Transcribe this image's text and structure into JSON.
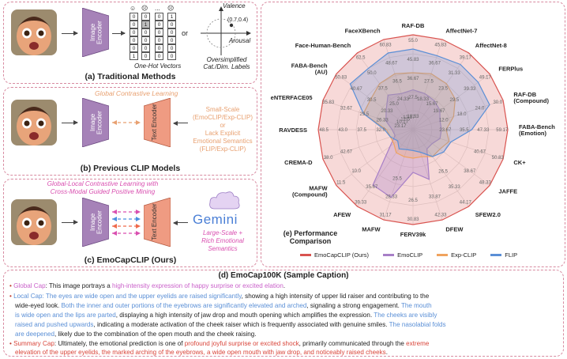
{
  "panel_a": {
    "caption": "(a) Traditional Methods",
    "encoder_label": "Image Encoder",
    "onehot_columns": [
      [
        "0",
        "0",
        "0",
        "0",
        "0",
        "1"
      ],
      [
        "0",
        "1",
        "0",
        "0",
        "0",
        "0"
      ],
      [
        "0",
        "0",
        "0",
        "0",
        "0",
        "0"
      ],
      [
        "1",
        "0",
        "0",
        "0",
        "0",
        "0"
      ]
    ],
    "onehot_label": "One-Hot Vectors",
    "or_text": "or",
    "valence_label": "Valence",
    "arousal_label": "Arousal",
    "point_label": "(0.7,0.4)",
    "oversimplified_label": "Oversimplified Cat./Dim. Labels",
    "ellipsis": "..."
  },
  "panel_b": {
    "caption": "(b) Previous CLIP Models",
    "heading": "Global Contrastive Learning",
    "image_encoder": "Image Encoder",
    "text_encoder": "Text Encoder",
    "right_text_1": "Small-Scale",
    "right_text_2": "(EmoCLIP/Exp-CLIP)",
    "right_text_3": "or",
    "right_text_4": "Lack Explicit",
    "right_text_5": "Emotional Semantics",
    "right_text_6": "(FLIP/Exp-CLIP)"
  },
  "panel_c": {
    "caption": "(c) EmoCapCLIP (Ours)",
    "heading_1": "Global-Local Contrastive Learning with",
    "heading_2": "Cross-Modal Guided Positive Mining",
    "image_encoder": "Image Encoder",
    "text_encoder": "Text Encoder",
    "gemini": "Gemini",
    "right_text_1": "Large-Scale +",
    "right_text_2": "Rich Emotional",
    "right_text_3": "Semantics"
  },
  "panel_e": {
    "caption_1": "(e) Performance",
    "caption_2": "Comparison"
  },
  "chart_data": {
    "type": "radar",
    "axes": [
      "RAF-DB",
      "AffectNet-7",
      "AffectNet-8",
      "FERPlus",
      "RAF-DB (Compound)",
      "FABA-Bench (Emotion)",
      "CK+",
      "JAFFE",
      "SFEW2.0",
      "DFEW",
      "FERV39k",
      "MAFW",
      "AFEW",
      "MAFW (Compound)",
      "CREMA-D",
      "RAVDESS",
      "eNTERFACE05",
      "FABA-Bench (AU)",
      "Face-Human-Bench",
      "FaceXBench"
    ],
    "axis_tick_labels": [
      [
        "55.0",
        "45.83",
        "36.67",
        "27.5",
        "18.33"
      ],
      [
        "45.83",
        "36.67",
        "27.5",
        "18.33"
      ],
      [
        "39.17",
        "31.33",
        "23.5",
        "15.67"
      ],
      [
        "49.17",
        "39.33",
        "29.5",
        "19.67"
      ],
      [
        "30.0",
        "24.0",
        "18.0",
        "12.0"
      ],
      [
        "59.17",
        "47.33",
        "35.5",
        "23.67"
      ],
      [
        "50.83",
        "40.67"
      ],
      [
        "48.33",
        "38.67"
      ],
      [
        "44.17",
        "35.33",
        "26.5"
      ],
      [
        "42.33",
        "33.87"
      ],
      [
        "30.83",
        "26.5"
      ],
      [
        "31.17",
        "28.33",
        "25.5"
      ],
      [
        "39.33",
        "35.67"
      ],
      [
        "11.5",
        "10.0"
      ],
      [
        "38.0",
        "42.67"
      ],
      [
        "48.5",
        "43.0",
        "37.5",
        "32.0"
      ],
      [
        "35.83",
        "32.67",
        "29.5",
        "26.33",
        "23.17"
      ],
      [
        "50.83",
        "40.67",
        "30.5",
        "20.33",
        "10.17"
      ],
      [
        "62.5",
        "50.0",
        "37.5",
        "25.0",
        "12.5"
      ],
      [
        "60.83",
        "48.67",
        "36.5",
        "24.33",
        "12.17"
      ]
    ],
    "series": [
      {
        "name": "EmoCapCLIP (Ours)",
        "color": "#d9534f",
        "values": [
          1.0,
          1.0,
          1.0,
          1.0,
          1.0,
          1.0,
          1.0,
          1.0,
          1.0,
          1.0,
          1.0,
          1.0,
          1.0,
          1.0,
          1.0,
          1.0,
          1.0,
          1.0,
          1.0,
          1.0
        ]
      },
      {
        "name": "EmoCLIP",
        "color": "#a77fc7",
        "values": [
          0.42,
          0.4,
          0.38,
          0.35,
          0.3,
          0.3,
          0.3,
          0.25,
          0.25,
          0.55,
          0.45,
          0.75,
          0.72,
          0.3,
          0.2,
          0.22,
          0.3,
          0.35,
          0.45,
          0.4
        ]
      },
      {
        "name": "Exp-CLIP",
        "color": "#f0a35e",
        "values": [
          0.6,
          0.62,
          0.6,
          0.55,
          0.45,
          0.35,
          0.4,
          0.35,
          0.35,
          0.3,
          0.3,
          0.3,
          0.3,
          0.25,
          0.25,
          0.28,
          0.55,
          0.55,
          0.6,
          0.62
        ]
      },
      {
        "name": "FLIP",
        "color": "#5b8fd6",
        "values": [
          0.85,
          0.82,
          0.85,
          0.85,
          0.85,
          0.62,
          0.42,
          0.4,
          0.35,
          0.25,
          0.22,
          0.22,
          0.25,
          0.2,
          0.25,
          0.3,
          0.55,
          0.82,
          0.8,
          0.85
        ]
      }
    ]
  },
  "caption_section": {
    "title": "(d) EmoCap100K (Sample Caption)",
    "global_label": "Global Cap",
    "global_plain": ": This image portrays a ",
    "global_hl": "high-intensity expression of happy surprise or excited elation",
    "global_end": ".",
    "local_label": "Local Cap",
    "local_seg1": ": The eyes are wide open and the upper eyelids are raised significantly",
    "local_seg2": ", showing a high intensity of upper lid raiser and contributing to the",
    "local_line2": "wide-eyed look.",
    "local_seg3": " Both the inner and outer portions of the eyebrows are significantly elevated and arched",
    "local_seg4": ", signaling a strong engagement.",
    "local_seg5": " The mouth",
    "local_line3a": "is wide open and the lips are parted",
    "local_line3b": ", displaying a high intensity of jaw drop and mouth opening which amplifies the expression.",
    "local_line3c": " The cheeks are visibly",
    "local_line4a": "raised and pushed upwards",
    "local_line4b": ", indicating a moderate activation of the cheek raiser which is frequently associated with genuine smiles.",
    "local_line4c": " The nasolabial folds",
    "local_line5a": "are deepened",
    "local_line5b": ", likely due to the combination of the open mouth and the cheek raising.",
    "summary_label": "Summary Cap",
    "summary_seg1": ": Ultimately, the emotional prediction is one of ",
    "summary_hl1": "profound joyful surprise or excited shock",
    "summary_seg2": ", primarily communicated through the ",
    "summary_hl2": "extreme",
    "summary_line2a": "elevation of the upper eyelids, the marked arching of the eyebrows, a wide open mouth with jaw drop, and noticeably raised cheeks",
    "summary_line2b": "."
  }
}
